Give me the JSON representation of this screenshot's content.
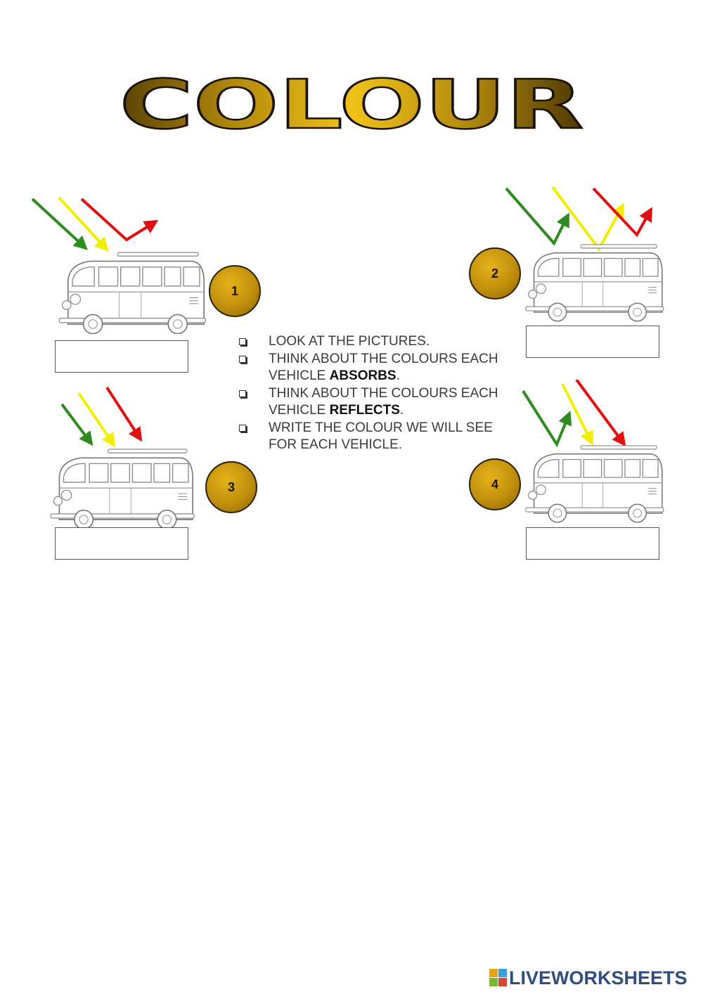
{
  "worksheet": {
    "title": "COLOUR",
    "instructions": [
      {
        "parts": [
          {
            "text": "LOOK AT THE PICTURES.",
            "bold": false
          }
        ]
      },
      {
        "parts": [
          {
            "text": "THINK ABOUT THE COLOURS EACH VEHICLE ",
            "bold": false
          },
          {
            "text": "ABSORBS",
            "bold": true
          },
          {
            "text": ".",
            "bold": false
          }
        ]
      },
      {
        "parts": [
          {
            "text": "THINK ABOUT THE COLOURS EACH VEHICLE ",
            "bold": false
          },
          {
            "text": "REFLECTS",
            "bold": true
          },
          {
            "text": ".",
            "bold": false
          }
        ]
      },
      {
        "parts": [
          {
            "text": "WRITE THE COLOUR WE WILL SEE FOR EACH VEHICLE.",
            "bold": false
          }
        ]
      }
    ],
    "vehicles": [
      {
        "number": "1",
        "answer": ""
      },
      {
        "number": "2",
        "answer": ""
      },
      {
        "number": "3",
        "answer": ""
      },
      {
        "number": "4",
        "answer": ""
      }
    ]
  },
  "footer": {
    "brand": "LIVEWORKSHEETS"
  },
  "colors": {
    "title_gold": "#c49a10",
    "badge_gold": "#c18f0c",
    "ray_green": "#2e8b1e",
    "ray_yellow": "#f2ee00",
    "ray_red": "#e01010",
    "brand_blue": "#2f4d7e"
  }
}
